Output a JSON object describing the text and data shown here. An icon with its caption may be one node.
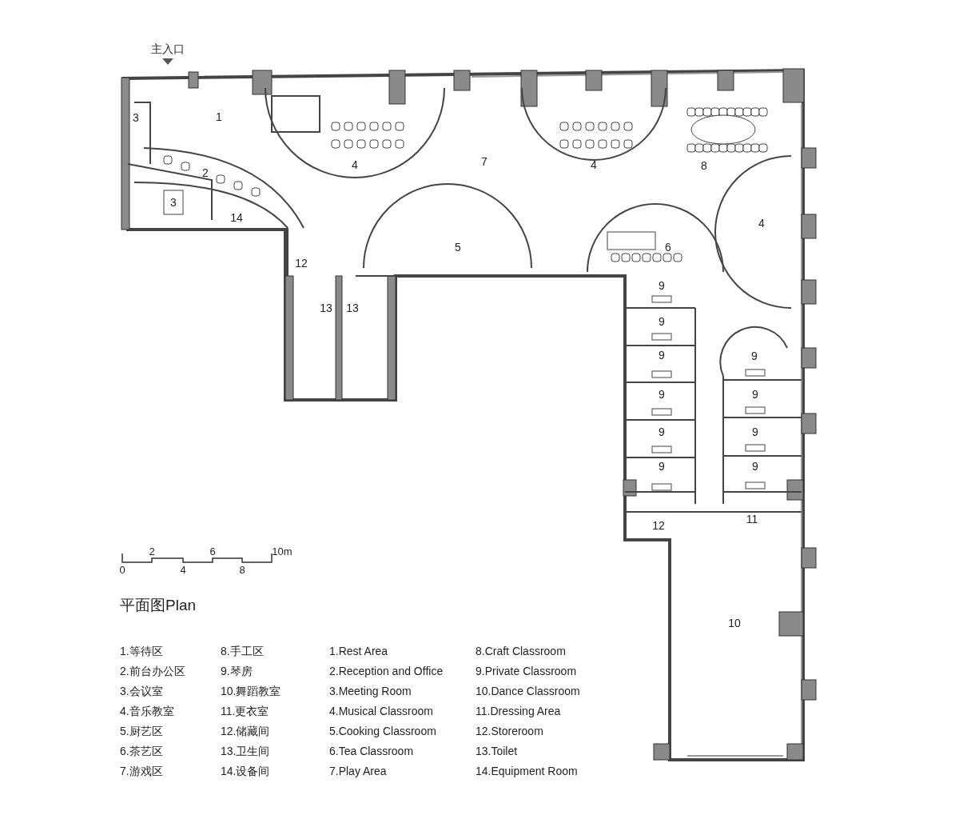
{
  "diagram": {
    "title": "平面图Plan",
    "labels": [
      "主入口",
      "3",
      "1",
      "4",
      "7",
      "4",
      "8",
      "2",
      "3",
      "14",
      "4",
      "5",
      "6",
      "12",
      "13",
      "13",
      "9",
      "9",
      "9",
      "9",
      "9",
      "9",
      "9",
      "9",
      "9",
      "9",
      "11",
      "12",
      "10",
      "2",
      "6",
      "10m",
      "0",
      "4",
      "8",
      "1.等待区",
      "8.手工区",
      "1.Rest Area",
      "8.Craft Classroom",
      "2.前台办公区",
      "9.琴房",
      "2.Reception and Office",
      "9.Private Classroom",
      "3.会议室",
      "10.舞蹈教室",
      "3.Meeting Room",
      "10.Dance Classroom",
      "4.音乐教室",
      "11.更衣室",
      "4.Musical Classroom",
      "11.Dressing Area",
      "5.厨艺区",
      "12.储藏间",
      "5.Cooking Classroom",
      "12.Storeroom",
      "6.茶艺区",
      "13.卫生间",
      "6.Tea Classroom",
      "13.Toilet",
      "7.游戏区",
      "14.设备间",
      "7.Play Area",
      "14.Equipment Room"
    ]
  }
}
